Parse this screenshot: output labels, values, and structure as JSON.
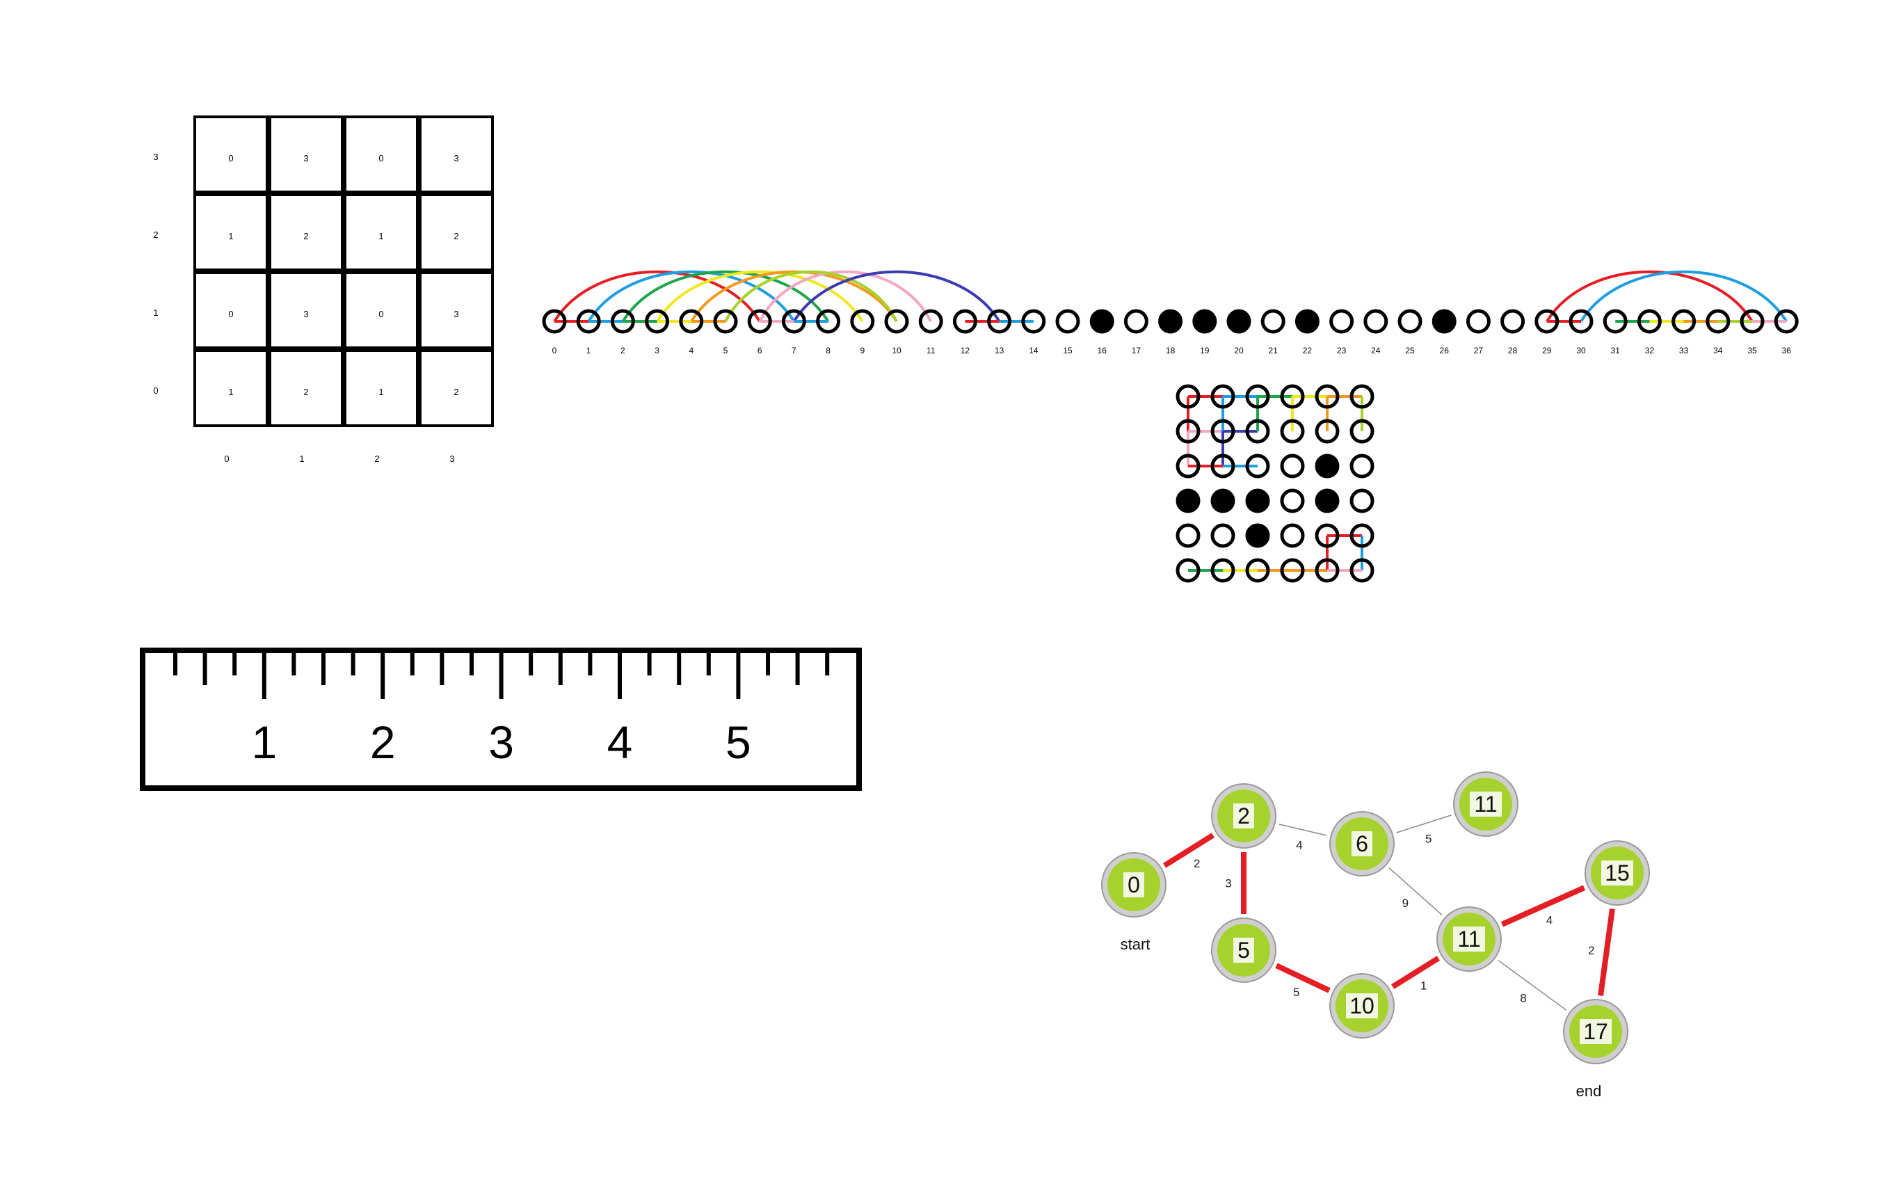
{
  "grid_figure": {
    "rows_top_to_bottom": [
      [
        "0",
        "3",
        "0",
        "3"
      ],
      [
        "1",
        "2",
        "1",
        "2"
      ],
      [
        "0",
        "3",
        "0",
        "3"
      ],
      [
        "1",
        "2",
        "1",
        "2"
      ]
    ],
    "row_labels_top_to_bottom": [
      "3",
      "2",
      "1",
      "0"
    ],
    "col_labels": [
      "0",
      "1",
      "2",
      "3"
    ]
  },
  "number_line": {
    "labels": [
      "0",
      "1",
      "2",
      "3",
      "4",
      "5",
      "6",
      "7",
      "8",
      "9",
      "10",
      "11",
      "12",
      "13",
      "14",
      "15",
      "16",
      "17",
      "18",
      "19",
      "20",
      "21",
      "22",
      "23",
      "24",
      "25",
      "26",
      "27",
      "28",
      "29",
      "30",
      "31",
      "32",
      "33",
      "34",
      "35",
      "36"
    ],
    "filled_nodes": [
      16,
      18,
      19,
      20,
      22,
      26
    ],
    "colors": {
      "red": "#e31e24",
      "blue": "#1e9ee0",
      "green": "#1ea54a",
      "yellow": "#f0e81c",
      "orange": "#f39a1e",
      "pink": "#f4a6c6",
      "lime": "#a6d22e",
      "indigo": "#3b3bb0"
    },
    "arcs": [
      {
        "from": 0,
        "to": 6,
        "color": "red"
      },
      {
        "from": 1,
        "to": 7,
        "color": "blue"
      },
      {
        "from": 2,
        "to": 8,
        "color": "green"
      },
      {
        "from": 3,
        "to": 9,
        "color": "yellow"
      },
      {
        "from": 4,
        "to": 10,
        "color": "orange"
      },
      {
        "from": 6,
        "to": 11,
        "color": "pink"
      },
      {
        "from": 5,
        "to": 10,
        "color": "lime"
      },
      {
        "from": 7,
        "to": 13,
        "color": "indigo"
      },
      {
        "from": 29,
        "to": 35,
        "color": "red"
      },
      {
        "from": 30,
        "to": 36,
        "color": "blue"
      }
    ],
    "segments": [
      {
        "from": 0,
        "to": 1,
        "color": "red"
      },
      {
        "from": 1,
        "to": 2,
        "color": "blue"
      },
      {
        "from": 2,
        "to": 3,
        "color": "green"
      },
      {
        "from": 3,
        "to": 4,
        "color": "yellow"
      },
      {
        "from": 4,
        "to": 5,
        "color": "orange"
      },
      {
        "from": 6,
        "to": 7,
        "color": "pink"
      },
      {
        "from": 7,
        "to": 8,
        "color": "blue"
      },
      {
        "from": 12,
        "to": 13,
        "color": "red"
      },
      {
        "from": 13,
        "to": 14,
        "color": "blue"
      },
      {
        "from": 29,
        "to": 30,
        "color": "red"
      },
      {
        "from": 31,
        "to": 32,
        "color": "green"
      },
      {
        "from": 32,
        "to": 33,
        "color": "yellow"
      },
      {
        "from": 33,
        "to": 34,
        "color": "orange"
      },
      {
        "from": 34,
        "to": 35,
        "color": "lime"
      },
      {
        "from": 35,
        "to": 36,
        "color": "pink"
      }
    ]
  },
  "dot_grid": {
    "rows": 6,
    "cols": 6,
    "filled": [
      [
        2,
        4
      ],
      [
        3,
        0
      ],
      [
        3,
        1
      ],
      [
        3,
        2
      ],
      [
        3,
        4
      ],
      [
        4,
        2
      ]
    ],
    "path_top_cycle": [
      {
        "a": [
          0,
          0
        ],
        "b": [
          0,
          1
        ],
        "color": "red"
      },
      {
        "a": [
          0,
          1
        ],
        "b": [
          0,
          2
        ],
        "color": "blue"
      },
      {
        "a": [
          0,
          2
        ],
        "b": [
          0,
          3
        ],
        "color": "green"
      },
      {
        "a": [
          0,
          3
        ],
        "b": [
          0,
          4
        ],
        "color": "yellow"
      },
      {
        "a": [
          0,
          4
        ],
        "b": [
          0,
          5
        ],
        "color": "orange"
      },
      {
        "a": [
          0,
          5
        ],
        "b": [
          1,
          5
        ],
        "color": "lime"
      },
      {
        "a": [
          0,
          0
        ],
        "b": [
          1,
          0
        ],
        "color": "red"
      },
      {
        "a": [
          1,
          0
        ],
        "b": [
          1,
          1
        ],
        "color": "pink"
      },
      {
        "a": [
          1,
          0
        ],
        "b": [
          2,
          0
        ],
        "color": "pink"
      },
      {
        "a": [
          0,
          1
        ],
        "b": [
          1,
          1
        ],
        "color": "blue"
      },
      {
        "a": [
          1,
          1
        ],
        "b": [
          1,
          2
        ],
        "color": "indigo"
      },
      {
        "a": [
          1,
          2
        ],
        "b": [
          0,
          2
        ],
        "color": "green"
      },
      {
        "a": [
          0,
          3
        ],
        "b": [
          1,
          3
        ],
        "color": "yellow"
      },
      {
        "a": [
          0,
          4
        ],
        "b": [
          1,
          4
        ],
        "color": "orange"
      },
      {
        "a": [
          1,
          1
        ],
        "b": [
          2,
          1
        ],
        "color": "indigo"
      },
      {
        "a": [
          2,
          0
        ],
        "b": [
          2,
          1
        ],
        "color": "red"
      },
      {
        "a": [
          2,
          1
        ],
        "b": [
          2,
          2
        ],
        "color": "blue"
      },
      {
        "a": [
          5,
          0
        ],
        "b": [
          5,
          1
        ],
        "color": "green"
      },
      {
        "a": [
          5,
          1
        ],
        "b": [
          5,
          2
        ],
        "color": "yellow"
      },
      {
        "a": [
          5,
          2
        ],
        "b": [
          5,
          3
        ],
        "color": "orange"
      },
      {
        "a": [
          5,
          3
        ],
        "b": [
          5,
          4
        ],
        "color": "orange"
      },
      {
        "a": [
          5,
          4
        ],
        "b": [
          4,
          4
        ],
        "color": "red"
      },
      {
        "a": [
          4,
          4
        ],
        "b": [
          4,
          5
        ],
        "color": "red"
      },
      {
        "a": [
          4,
          5
        ],
        "b": [
          5,
          5
        ],
        "color": "blue"
      },
      {
        "a": [
          5,
          4
        ],
        "b": [
          5,
          5
        ],
        "color": "pink"
      }
    ]
  },
  "ruler": {
    "labels": [
      "1",
      "2",
      "3",
      "4",
      "5"
    ]
  },
  "graph": {
    "nodes": [
      {
        "id": "n0",
        "label": "0"
      },
      {
        "id": "n2",
        "label": "2"
      },
      {
        "id": "n5",
        "label": "5"
      },
      {
        "id": "n6",
        "label": "6"
      },
      {
        "id": "n10",
        "label": "10"
      },
      {
        "id": "n11a",
        "label": "11"
      },
      {
        "id": "n11b",
        "label": "11"
      },
      {
        "id": "n15",
        "label": "15"
      },
      {
        "id": "n17",
        "label": "17"
      }
    ],
    "edges": [
      {
        "from": "n0",
        "to": "n2",
        "weight": "2",
        "highlight": true
      },
      {
        "from": "n2",
        "to": "n5",
        "weight": "3",
        "highlight": true
      },
      {
        "from": "n2",
        "to": "n6",
        "weight": "4",
        "highlight": false
      },
      {
        "from": "n6",
        "to": "n11a",
        "weight": "5",
        "highlight": false
      },
      {
        "from": "n6",
        "to": "n11b",
        "weight": "9",
        "highlight": false
      },
      {
        "from": "n5",
        "to": "n10",
        "weight": "5",
        "highlight": true
      },
      {
        "from": "n10",
        "to": "n11b",
        "weight": "1",
        "highlight": true
      },
      {
        "from": "n11b",
        "to": "n15",
        "weight": "4",
        "highlight": true
      },
      {
        "from": "n11b",
        "to": "n17",
        "weight": "8",
        "highlight": false
      },
      {
        "from": "n15",
        "to": "n17",
        "weight": "2",
        "highlight": true
      }
    ],
    "start_label": "start",
    "end_label": "end",
    "node_fill": "#a6d22e",
    "node_ring": "#cfcfcf",
    "highlight_color": "#e31e24",
    "edge_color": "#8a8a8a"
  }
}
